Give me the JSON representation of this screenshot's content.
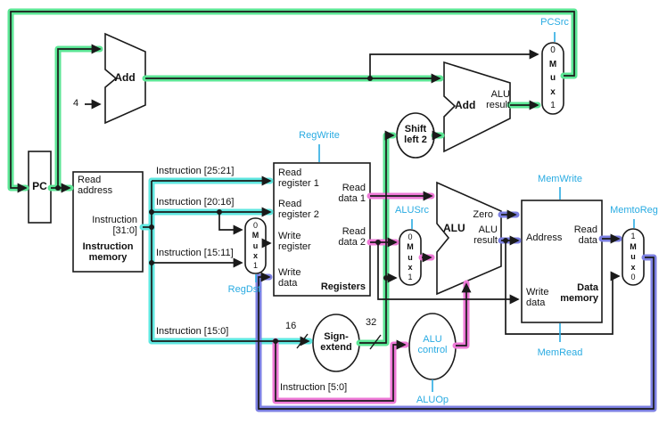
{
  "colors": {
    "wire": "#1a1a1a",
    "highlight_green": "#5ce695",
    "highlight_cyan": "#5fe7e0",
    "highlight_pink": "#ee79d7",
    "highlight_purple": "#7c80e2",
    "control_blue": "#29abe2"
  },
  "components": {
    "pc": {
      "label": "PC"
    },
    "instruction_memory": {
      "read_address": "Read address",
      "output": "Instruction [31:0]",
      "name": "Instruction memory"
    },
    "add_pc4": {
      "label": "Add"
    },
    "add_branch": {
      "label": "Add",
      "result": "ALU result"
    },
    "shift_left2": {
      "line1": "Shift",
      "line2": "left 2"
    },
    "sign_extend": {
      "line1": "Sign-",
      "line2": "extend"
    },
    "alu": {
      "label": "ALU",
      "zero": "Zero",
      "result": "ALU result"
    },
    "alu_control": {
      "line1": "ALU",
      "line2": "control"
    },
    "registers": {
      "name": "Registers",
      "read_reg1": "Read register 1",
      "read_reg2": "Read register 2",
      "write_reg": "Write register",
      "write_data": "Write data",
      "read_data1": "Read data 1",
      "read_data2": "Read data 2"
    },
    "data_memory": {
      "name": "Data memory",
      "address": "Address",
      "read_data": "Read data",
      "write_data": "Write data"
    }
  },
  "muxes": {
    "pcsrc": [
      "0",
      "M",
      "u",
      "x",
      "1"
    ],
    "regdst": [
      "0",
      "M",
      "u",
      "x",
      "1"
    ],
    "alusrc": [
      "0",
      "M",
      "u",
      "x",
      "1"
    ],
    "memtoreg": [
      "1",
      "M",
      "u",
      "x",
      "0"
    ]
  },
  "signals": {
    "pcsrc": "PCSrc",
    "regwrite": "RegWrite",
    "regdst": "RegDst",
    "alusrc": "ALUSrc",
    "memwrite": "MemWrite",
    "memtoreg": "MemtoReg",
    "memread": "MemRead",
    "aluop": "ALUOp"
  },
  "buses": {
    "i2521": "Instruction [25:21]",
    "i2016": "Instruction [20:16]",
    "i1511": "Instruction [15:11]",
    "i150": "Instruction [15:0]",
    "i50": "Instruction [5:0]",
    "w16": "16",
    "w32": "32",
    "four": "4"
  }
}
